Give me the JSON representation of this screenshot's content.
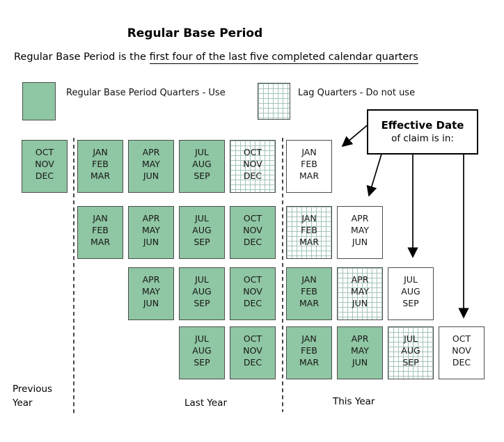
{
  "title": "Regular Base Period",
  "subtitle": {
    "prefix": "Regular Base Period is the ",
    "underlined": "first four of the last five completed calendar quarters"
  },
  "legend": {
    "use_label": "Regular Base Period Quarters - Use",
    "lag_label": "Lag Quarters - Do not use"
  },
  "callout": {
    "line1": "Effective Date",
    "line2": "of claim is in:"
  },
  "footer": {
    "previous_year_line1": "Previous",
    "previous_year_line2": "Year",
    "last_year": "Last Year",
    "this_year": "This Year"
  },
  "colors": {
    "use_fill": "#8fc6a3",
    "lag_line": "#a3c4b5",
    "cell_border": "#4c4c4c",
    "arrow_color": "#000000"
  },
  "grid": {
    "rows": [
      {
        "claim_quarter": "JAN-FEB-MAR",
        "cells": [
          {
            "months": [
              "OCT",
              "NOV",
              "DEC"
            ],
            "type": "use"
          },
          {
            "months": [
              "JAN",
              "FEB",
              "MAR"
            ],
            "type": "use"
          },
          {
            "months": [
              "APR",
              "MAY",
              "JUN"
            ],
            "type": "use"
          },
          {
            "months": [
              "JUL",
              "AUG",
              "SEP"
            ],
            "type": "use"
          },
          {
            "months": [
              "OCT",
              "NOV",
              "DEC"
            ],
            "type": "lag"
          },
          {
            "months": [
              "JAN",
              "FEB",
              "MAR"
            ],
            "type": "effective"
          }
        ]
      },
      {
        "claim_quarter": "APR-MAY-JUN",
        "cells": [
          {
            "months": [
              "JAN",
              "FEB",
              "MAR"
            ],
            "type": "use"
          },
          {
            "months": [
              "APR",
              "MAY",
              "JUN"
            ],
            "type": "use"
          },
          {
            "months": [
              "JUL",
              "AUG",
              "SEP"
            ],
            "type": "use"
          },
          {
            "months": [
              "OCT",
              "NOV",
              "DEC"
            ],
            "type": "use"
          },
          {
            "months": [
              "JAN",
              "FEB",
              "MAR"
            ],
            "type": "lag"
          },
          {
            "months": [
              "APR",
              "MAY",
              "JUN"
            ],
            "type": "effective"
          }
        ]
      },
      {
        "claim_quarter": "JUL-AUG-SEP",
        "cells": [
          {
            "months": [
              "APR",
              "MAY",
              "JUN"
            ],
            "type": "use"
          },
          {
            "months": [
              "JUL",
              "AUG",
              "SEP"
            ],
            "type": "use"
          },
          {
            "months": [
              "OCT",
              "NOV",
              "DEC"
            ],
            "type": "use"
          },
          {
            "months": [
              "JAN",
              "FEB",
              "MAR"
            ],
            "type": "use"
          },
          {
            "months": [
              "APR",
              "MAY",
              "JUN"
            ],
            "type": "lag"
          },
          {
            "months": [
              "JUL",
              "AUG",
              "SEP"
            ],
            "type": "effective"
          }
        ]
      },
      {
        "claim_quarter": "OCT-NOV-DEC",
        "cells": [
          {
            "months": [
              "JUL",
              "AUG",
              "SEP"
            ],
            "type": "use"
          },
          {
            "months": [
              "OCT",
              "NOV",
              "DEC"
            ],
            "type": "use"
          },
          {
            "months": [
              "JAN",
              "FEB",
              "MAR"
            ],
            "type": "use"
          },
          {
            "months": [
              "APR",
              "MAY",
              "JUN"
            ],
            "type": "use"
          },
          {
            "months": [
              "JUL",
              "AUG",
              "SEP"
            ],
            "type": "lag"
          },
          {
            "months": [
              "OCT",
              "NOV",
              "DEC"
            ],
            "type": "effective"
          }
        ]
      }
    ]
  }
}
